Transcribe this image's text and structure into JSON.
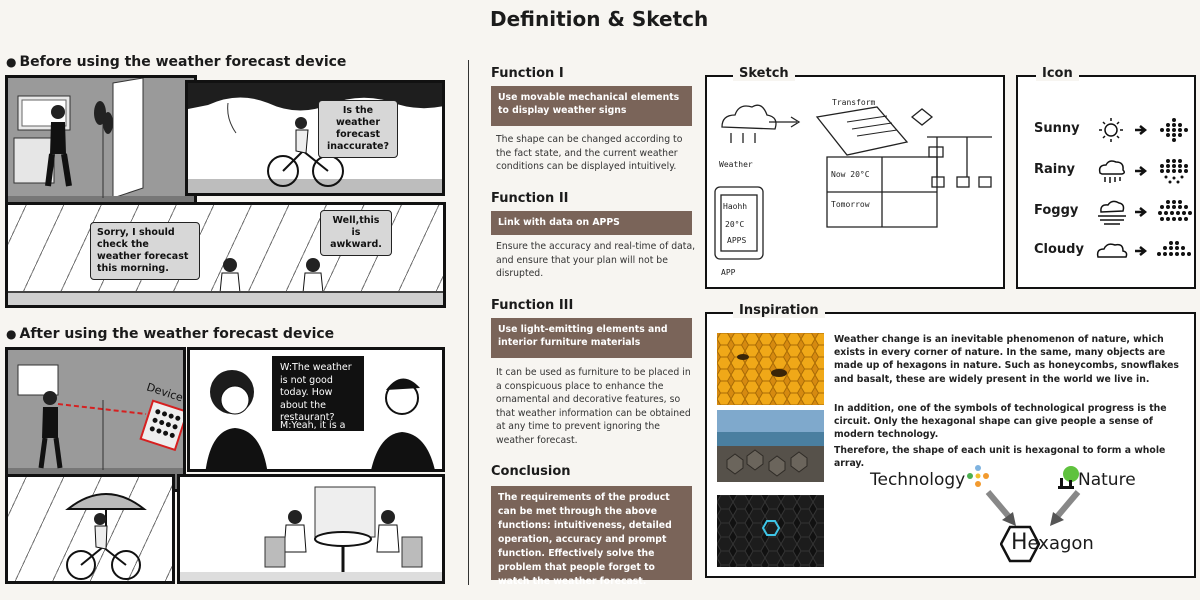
{
  "left": {
    "before_title": "Before using the weather forecast device",
    "after_title": "After using the weather forecast device",
    "bubble_inaccurate": "Is the weather forecast inaccurate?",
    "bubble_sorry": "Sorry, I should check the weather forecast this morning.",
    "bubble_awkward": "Well,this is awkward.",
    "device_label": "Device",
    "bubble_w": "W:The weather is not good today. How about the restaurant?",
    "bubble_m": "M:Yeah, it is a good choice."
  },
  "middle": {
    "title": "Definition & Sketch",
    "functions": [
      {
        "heading": "Function I",
        "bar": "Use movable mechanical elements to display weather signs",
        "text": "The shape can be changed according to the fact state, and the current weather conditions can be displayed intuitively."
      },
      {
        "heading": "Function II",
        "bar": "Link with data on APPS",
        "text": "Ensure the accuracy and real-time of data, and ensure that your plan will not be disrupted."
      },
      {
        "heading": "Function III",
        "bar": "Use light-emitting elements and interior furniture materials",
        "text": "It can be used as furniture to be placed in a conspicuous place to enhance the ornamental and decorative features, so that weather information can be obtained at any time to prevent ignoring the weather forecast."
      }
    ],
    "conclusion": {
      "heading": "Conclusion",
      "bar": "The requirements of the product can be met through the above functions: intuitiveness, detailed operation, accuracy and prompt function. Effectively solve the problem that people forget to watch the weather forecast."
    }
  },
  "sketch": {
    "label": "Sketch",
    "notes": [
      "Weather",
      "Haohh",
      "20°C",
      "APPS",
      "Transform",
      "Now 20°C",
      "Tomorrow",
      "APP"
    ]
  },
  "icon_box": {
    "label": "Icon",
    "items": [
      {
        "name": "Sunny",
        "icon": "sun-icon"
      },
      {
        "name": "Rainy",
        "icon": "rain-cloud-icon"
      },
      {
        "name": "Foggy",
        "icon": "fog-icon"
      },
      {
        "name": "Cloudy",
        "icon": "cloud-icon"
      }
    ]
  },
  "inspiration": {
    "label": "Inspiration",
    "p1": "Weather change is an inevitable phenomenon of nature, which exists in every corner of nature. In the same, many objects are made up of hexagons in nature. Such as honeycombs, snowflakes and basalt, these are widely present in the world we live in.",
    "p2": "In addition, one of the symbols of technological progress is the circuit. Only the hexagonal shape can give people a sense of modern technology.",
    "p3": "Therefore, the shape of each unit is hexagonal to form a whole array.",
    "technology": "Technology",
    "nature": "Nature",
    "hexagon_h": "H",
    "hexagon_rest": "exagon"
  },
  "colors": {
    "accent_brown": "#7a6459",
    "watermark_blue": "#4678be"
  }
}
